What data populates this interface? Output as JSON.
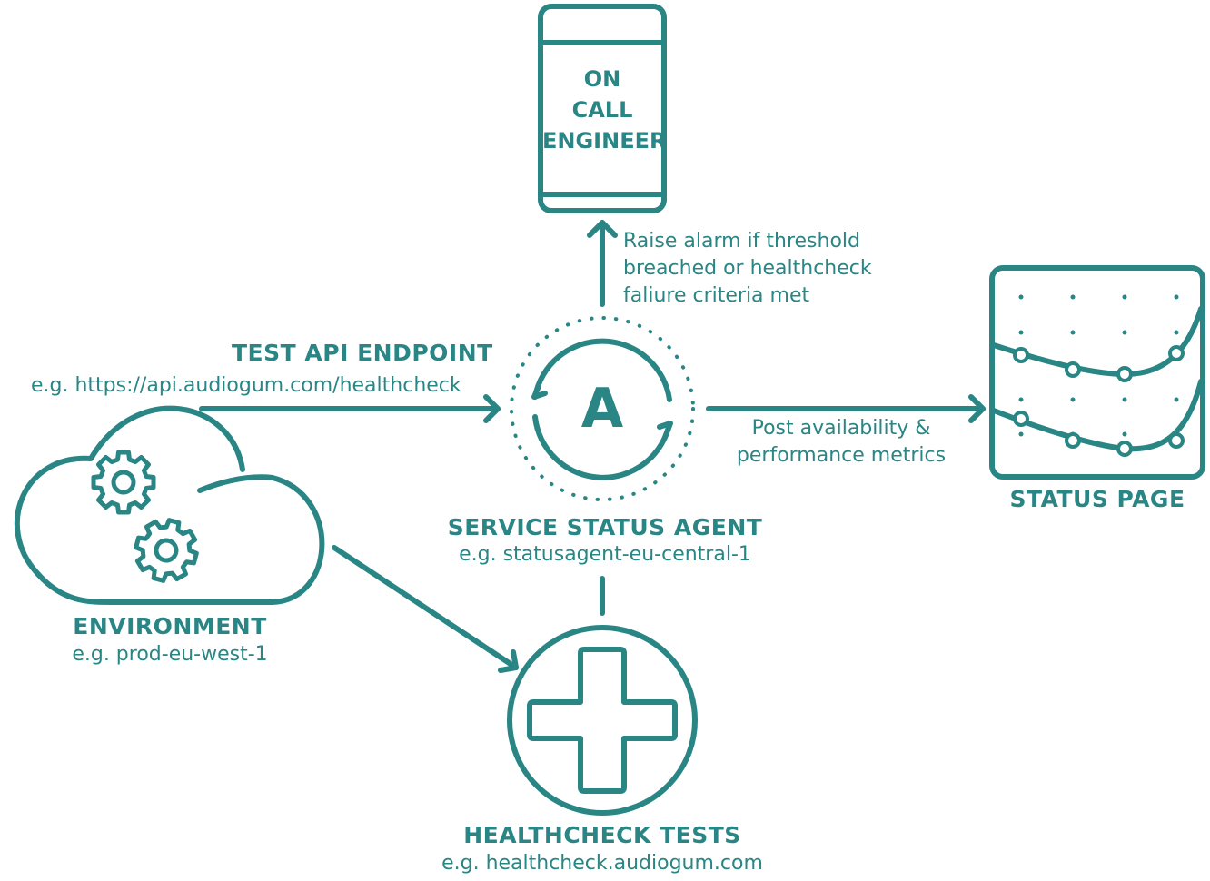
{
  "phone": {
    "lines": [
      "ON",
      "CALL",
      "ENGINEER"
    ]
  },
  "alarm_note": {
    "lines": [
      "Raise alarm if threshold",
      "breached or healthcheck",
      "faliure criteria met"
    ]
  },
  "test_api": {
    "title": "TEST API ENDPOINT",
    "example": "e.g. https://api.audiogum.com/healthcheck"
  },
  "agent": {
    "letter": "A",
    "title": "SERVICE STATUS AGENT",
    "example": "e.g. statusagent-eu-central-1"
  },
  "post_note": {
    "lines": [
      "Post availability &",
      "performance metrics"
    ]
  },
  "status_page": {
    "title": "STATUS PAGE"
  },
  "environment": {
    "title": "ENVIRONMENT",
    "example": "e.g. prod-eu-west-1"
  },
  "healthcheck": {
    "title": "HEALTHCHECK TESTS",
    "example": "e.g. healthcheck.audiogum.com"
  },
  "colors": {
    "teal": "#2a8585"
  }
}
